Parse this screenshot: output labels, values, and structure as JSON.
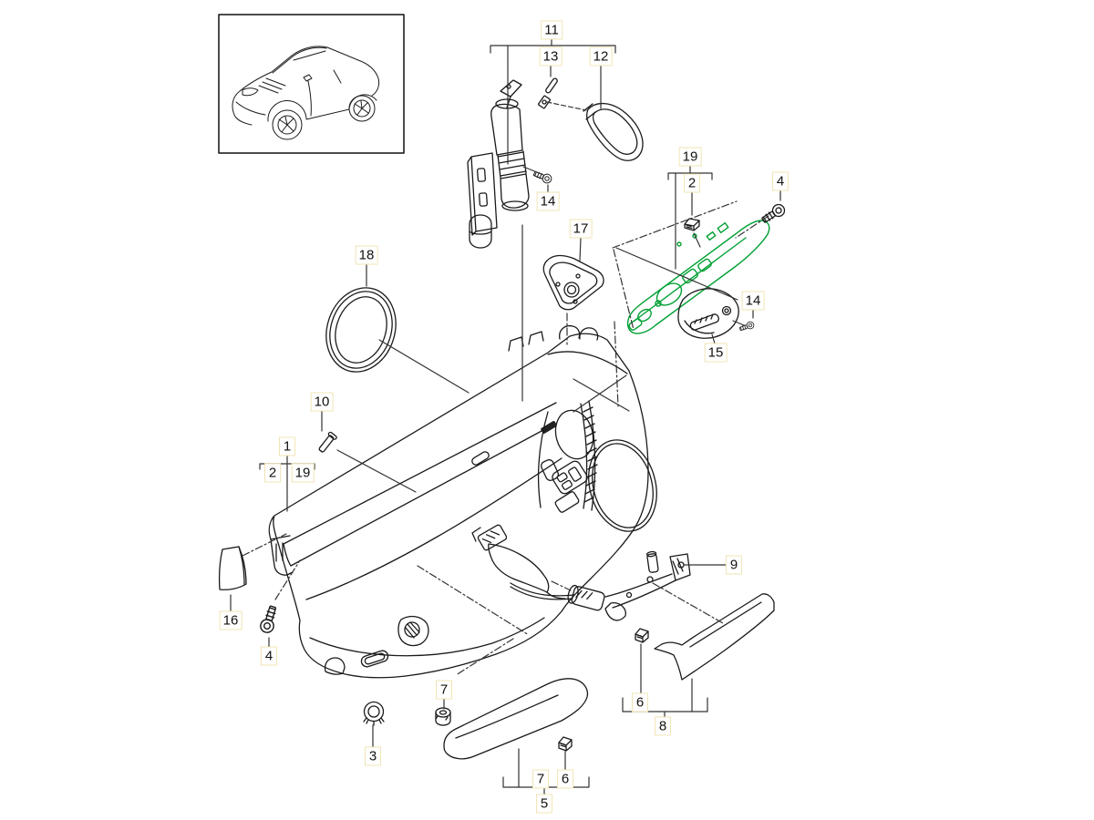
{
  "diagram": {
    "kind": "exploded-parts-diagram",
    "line_color": "#1a1a1a",
    "highlight_color": "#00A033",
    "label_box_color": "#f2e4b6",
    "background": "#ffffff"
  },
  "icons": {
    "car_inset": "car-thumbnail-icon"
  },
  "labels": [
    {
      "text": "11"
    },
    {
      "text": "13"
    },
    {
      "text": "12"
    },
    {
      "text": "14"
    },
    {
      "text": "19"
    },
    {
      "text": "2"
    },
    {
      "text": "4"
    },
    {
      "text": "14"
    },
    {
      "text": "15"
    },
    {
      "text": "17"
    },
    {
      "text": "18"
    },
    {
      "text": "10"
    },
    {
      "text": "1"
    },
    {
      "text": "2"
    },
    {
      "text": "19"
    },
    {
      "text": "16"
    },
    {
      "text": "4"
    },
    {
      "text": "3"
    },
    {
      "text": "7"
    },
    {
      "text": "9"
    },
    {
      "text": "6"
    },
    {
      "text": "8"
    },
    {
      "text": "7"
    },
    {
      "text": "6"
    },
    {
      "text": "5"
    }
  ]
}
